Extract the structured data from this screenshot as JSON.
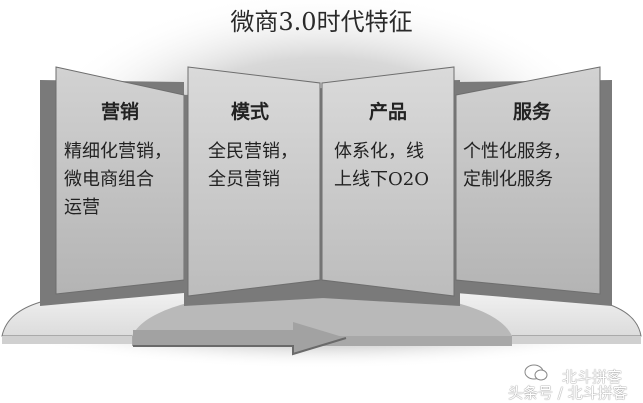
{
  "title": "微商3.0时代特征",
  "panels": [
    {
      "heading": "营销",
      "lines": [
        "精细化营销，",
        "微电商组合",
        "运营"
      ]
    },
    {
      "heading": "模式",
      "lines": [
        "全民营销，",
        "全员营销"
      ]
    },
    {
      "heading": "产品",
      "lines": [
        "体系化，线",
        "上线下O2O"
      ]
    },
    {
      "heading": "服务",
      "lines": [
        "个性化服务，",
        "定制化服务"
      ]
    }
  ],
  "watermark": {
    "line1": "北斗拼客",
    "line2": "头条号 / 北斗拼客"
  },
  "colors": {
    "panel_face": "#c4c4c4",
    "panel_edge": "#6e6e6e",
    "base_light": "#ececec",
    "base_dark": "#a9a9a9",
    "arrow": "#9a9a9a"
  }
}
